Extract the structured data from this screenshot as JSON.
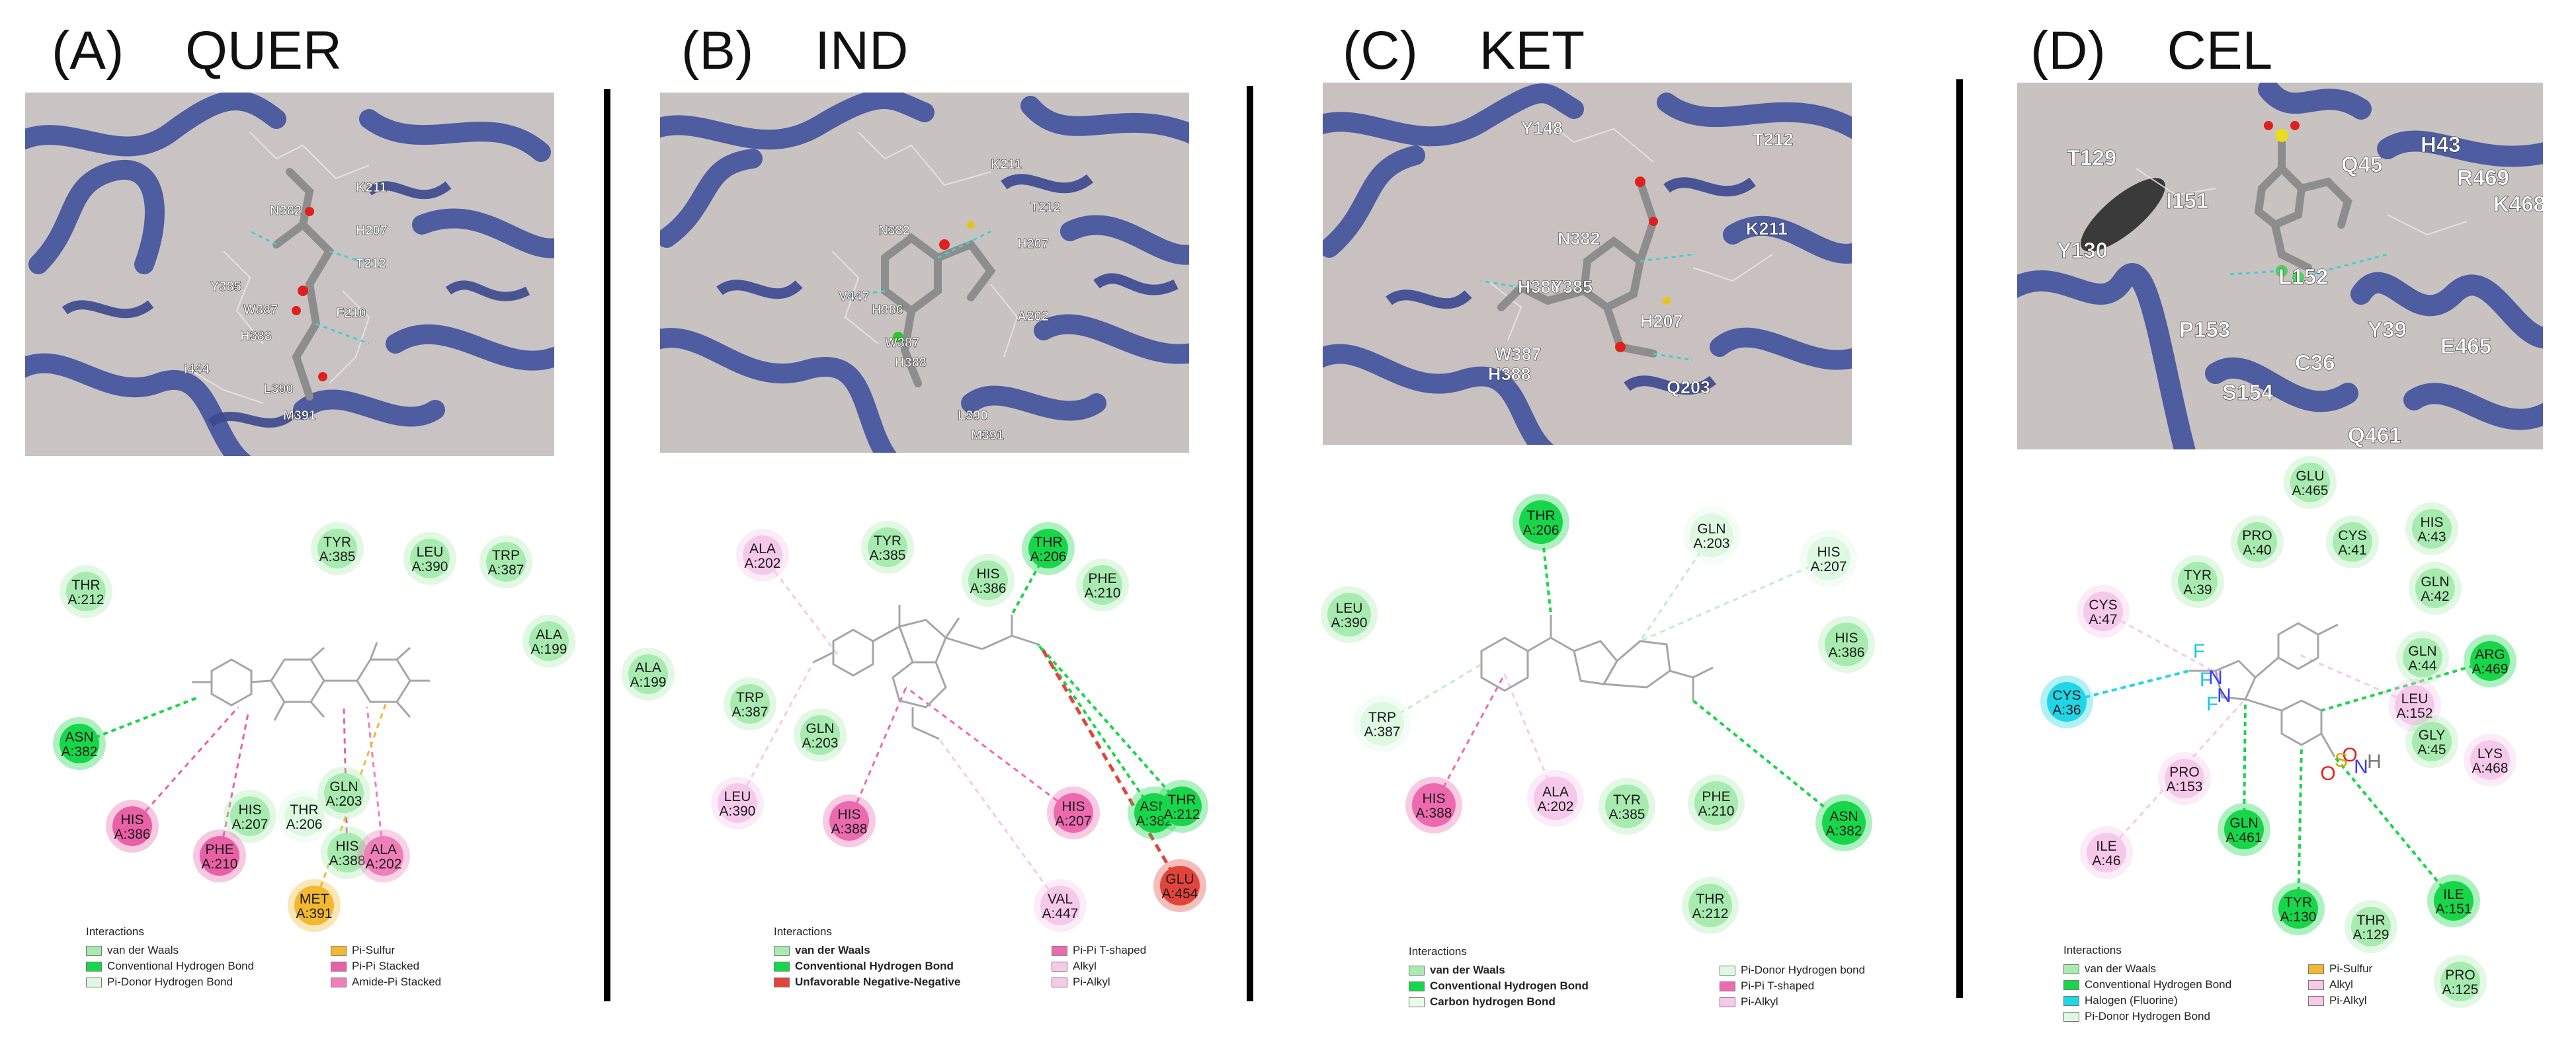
{
  "panels": [
    {
      "label": "(A)",
      "name": "QUER"
    },
    {
      "label": "(B)",
      "name": "IND"
    },
    {
      "label": "(C)",
      "name": "KET"
    },
    {
      "label": "(D)",
      "name": "CEL"
    }
  ],
  "colors": {
    "vdw": "#a8ebb0",
    "hbond": "#17d64a",
    "pidonor": "#def8e2",
    "sulfur": "#f2b830",
    "pistack": "#e960a6",
    "amide": "#f07fb9",
    "alkyl": "#f6c9ea",
    "tshape": "#ed6ab0",
    "negative": "#e2443c",
    "halogen": "#1fd6e6",
    "carbon": "#eafbe8",
    "ribbon": "#4a5aa5"
  },
  "A": {
    "protein_labels": [
      "K211",
      "H207",
      "N382",
      "T212",
      "W387",
      "H388",
      "I444",
      "L390",
      "M391",
      "Y385",
      "F210"
    ],
    "residues": [
      {
        "name": "THR",
        "num": "A:212",
        "t": "vdw"
      },
      {
        "name": "TYR",
        "num": "A:385",
        "t": "vdw"
      },
      {
        "name": "LEU",
        "num": "A:390",
        "t": "vdw"
      },
      {
        "name": "TRP",
        "num": "A:387",
        "t": "vdw"
      },
      {
        "name": "ALA",
        "num": "A:199",
        "t": "vdw"
      },
      {
        "name": "ASN",
        "num": "A:382",
        "t": "hbond"
      },
      {
        "name": "HIS",
        "num": "A:386",
        "t": "pistack"
      },
      {
        "name": "HIS",
        "num": "A:207",
        "t": "vdw"
      },
      {
        "name": "PHE",
        "num": "A:210",
        "t": "pistack"
      },
      {
        "name": "THR",
        "num": "A:206",
        "t": "pidonor"
      },
      {
        "name": "GLN",
        "num": "A:203",
        "t": "vdw"
      },
      {
        "name": "HIS",
        "num": "A:388",
        "t": "vdw"
      },
      {
        "name": "ALA",
        "num": "A:202",
        "t": "amide"
      },
      {
        "name": "MET",
        "num": "A:391",
        "t": "sulfur"
      }
    ],
    "legend": {
      "title": "Interactions",
      "items": [
        "van der Waals",
        "Conventional Hydrogen Bond",
        "Pi-Donor Hydrogen Bond",
        "Pi-Sulfur",
        "Pi-Pi Stacked",
        "Amide-Pi Stacked"
      ]
    }
  },
  "B": {
    "protein_labels": [
      "K211",
      "N382",
      "H207",
      "V447",
      "H386",
      "W387",
      "H388",
      "L390",
      "M391",
      "A202",
      "T212"
    ],
    "residues": [
      {
        "name": "ALA",
        "num": "A:202",
        "t": "alkyl"
      },
      {
        "name": "TYR",
        "num": "A:385",
        "t": "vdw"
      },
      {
        "name": "HIS",
        "num": "A:386",
        "t": "vdw"
      },
      {
        "name": "THR",
        "num": "A:206",
        "t": "hbond"
      },
      {
        "name": "PHE",
        "num": "A:210",
        "t": "vdw"
      },
      {
        "name": "ALA",
        "num": "A:199",
        "t": "vdw"
      },
      {
        "name": "TRP",
        "num": "A:387",
        "t": "vdw"
      },
      {
        "name": "GLN",
        "num": "A:203",
        "t": "vdw"
      },
      {
        "name": "LEU",
        "num": "A:390",
        "t": "alkyl"
      },
      {
        "name": "HIS",
        "num": "A:388",
        "t": "tshape"
      },
      {
        "name": "HIS",
        "num": "A:207",
        "t": "tshape"
      },
      {
        "name": "ASN",
        "num": "A:382",
        "t": "hbond"
      },
      {
        "name": "THR",
        "num": "A:212",
        "t": "hbond"
      },
      {
        "name": "GLU",
        "num": "A:454",
        "t": "negative"
      },
      {
        "name": "VAL",
        "num": "A:447",
        "t": "alkyl"
      }
    ],
    "legend": {
      "title": "Interactions",
      "items": [
        "van der Waals",
        "Conventional Hydrogen Bond",
        "Unfavorable Negative-Negative",
        "Pi-Pi T-shaped",
        "Alkyl",
        "Pi-Alkyl"
      ]
    }
  },
  "C": {
    "protein_labels": [
      "Y148",
      "T212",
      "K211",
      "N382",
      "H386",
      "Y385",
      "W387",
      "H388",
      "H207",
      "Q203"
    ],
    "residues": [
      {
        "name": "THR",
        "num": "A:206",
        "t": "hbond"
      },
      {
        "name": "GLN",
        "num": "A:203",
        "t": "pidonor"
      },
      {
        "name": "HIS",
        "num": "A:207",
        "t": "pidonor"
      },
      {
        "name": "LEU",
        "num": "A:390",
        "t": "vdw"
      },
      {
        "name": "HIS",
        "num": "A:386",
        "t": "vdw"
      },
      {
        "name": "TRP",
        "num": "A:387",
        "t": "pidonor"
      },
      {
        "name": "HIS",
        "num": "A:388",
        "t": "tshape"
      },
      {
        "name": "ALA",
        "num": "A:202",
        "t": "alkyl"
      },
      {
        "name": "TYR",
        "num": "A:385",
        "t": "vdw"
      },
      {
        "name": "PHE",
        "num": "A:210",
        "t": "vdw"
      },
      {
        "name": "ASN",
        "num": "A:382",
        "t": "hbond"
      },
      {
        "name": "THR",
        "num": "A:212",
        "t": "vdw"
      }
    ],
    "legend": {
      "title": "Interactions",
      "items": [
        "van der Waals",
        "Conventional Hydrogen Bond",
        "Carbon hydrogen Bond",
        "Pi-Donor Hydrogen bond",
        "Pi-Pi T-shaped",
        "Pi-Alkyl"
      ]
    }
  },
  "D": {
    "protein_labels": [
      "T129",
      "Y130",
      "I151",
      "Q45",
      "H43",
      "R469",
      "K468",
      "L152",
      "P153",
      "Y39",
      "E465",
      "C36",
      "S154",
      "Q461"
    ],
    "residues": [
      {
        "name": "GLU",
        "num": "A:465",
        "t": "vdw"
      },
      {
        "name": "PRO",
        "num": "A:40",
        "t": "vdw"
      },
      {
        "name": "CYS",
        "num": "A:41",
        "t": "vdw"
      },
      {
        "name": "HIS",
        "num": "A:43",
        "t": "vdw"
      },
      {
        "name": "TYR",
        "num": "A:39",
        "t": "vdw"
      },
      {
        "name": "GLN",
        "num": "A:42",
        "t": "vdw"
      },
      {
        "name": "CYS",
        "num": "A:47",
        "t": "alkyl"
      },
      {
        "name": "GLN",
        "num": "A:44",
        "t": "vdw"
      },
      {
        "name": "ARG",
        "num": "A:469",
        "t": "hbond"
      },
      {
        "name": "CYS",
        "num": "A:36",
        "t": "halogen"
      },
      {
        "name": "LEU",
        "num": "A:152",
        "t": "alkyl"
      },
      {
        "name": "GLY",
        "num": "A:45",
        "t": "vdw"
      },
      {
        "name": "LYS",
        "num": "A:468",
        "t": "alkyl"
      },
      {
        "name": "PRO",
        "num": "A:153",
        "t": "alkyl"
      },
      {
        "name": "GLN",
        "num": "A:461",
        "t": "hbond"
      },
      {
        "name": "ILE",
        "num": "A:46",
        "t": "alkyl"
      },
      {
        "name": "TYR",
        "num": "A:130",
        "t": "hbond"
      },
      {
        "name": "ILE",
        "num": "A:151",
        "t": "hbond"
      },
      {
        "name": "THR",
        "num": "A:129",
        "t": "vdw"
      },
      {
        "name": "PRO",
        "num": "A:125",
        "t": "vdw"
      }
    ],
    "atoms": [
      "F",
      "F",
      "F",
      "N",
      "N",
      "O",
      "O",
      "S",
      "N",
      "H"
    ],
    "legend": {
      "title": "Interactions",
      "items": [
        "van der Waals",
        "Conventional Hydrogen Bond",
        "Halogen (Fluorine)",
        "Pi-Donor Hydrogen Bond",
        "Pi-Sulfur",
        "Alkyl",
        "Pi-Alkyl"
      ]
    }
  }
}
